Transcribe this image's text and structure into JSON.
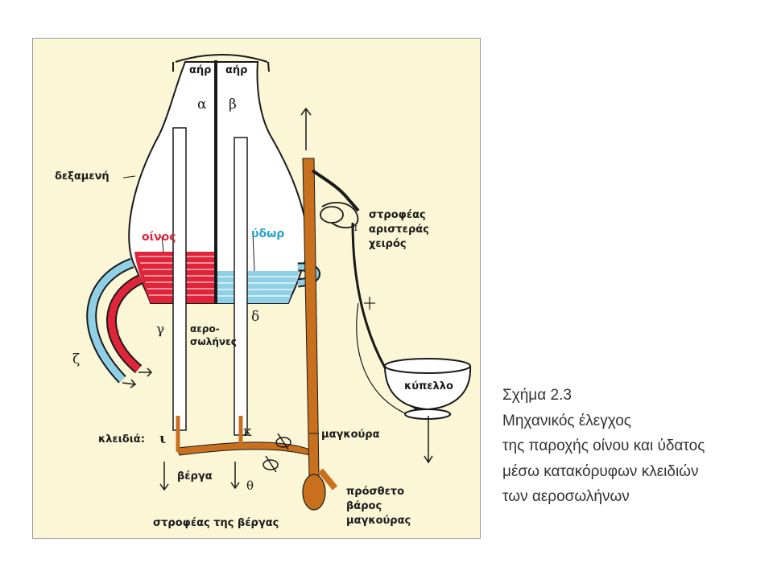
{
  "figure": {
    "labels": {
      "air_a": "αήρ",
      "air_b": "αήρ",
      "alpha": "α",
      "beta": "β",
      "tank": "δεξαμενή",
      "wine": "οίνος",
      "water": "ύδωρ",
      "gamma": "γ",
      "delta": "δ",
      "epsilon": "ε",
      "zeta": "ζ",
      "aerosolenes_1": "αερο-",
      "aerosolenes_2": "σωλήνες",
      "keys": "κλειδιά:",
      "iota": "ι",
      "kappa": "κ",
      "rod": "βέργα",
      "rod_pivot": "στροφέας της βέργας",
      "theta": "θ",
      "crank": "μαγκούρα",
      "extra_weight_1": "πρόσθετο",
      "extra_weight_2": "βάρος",
      "extra_weight_3": "μαγκούρας",
      "left_pivot_1": "στροφέας",
      "left_pivot_2": "αριστεράς",
      "left_pivot_3": "χειρός",
      "pi": "π",
      "cup": "κύπελλο"
    },
    "colors": {
      "wine": "#e0243a",
      "water": "#8fd0e6",
      "wood": "#c8701e",
      "panel": "#fbf6d6"
    }
  },
  "caption": {
    "line1": "Σχήμα 2.3",
    "line2": "Μηχανικός έλεγχος",
    "line3": "της παροχής οίνου και ύδατος",
    "line4": "μέσω κατακόρυφων κλειδιών",
    "line5": "των αεροσωλήνων"
  }
}
